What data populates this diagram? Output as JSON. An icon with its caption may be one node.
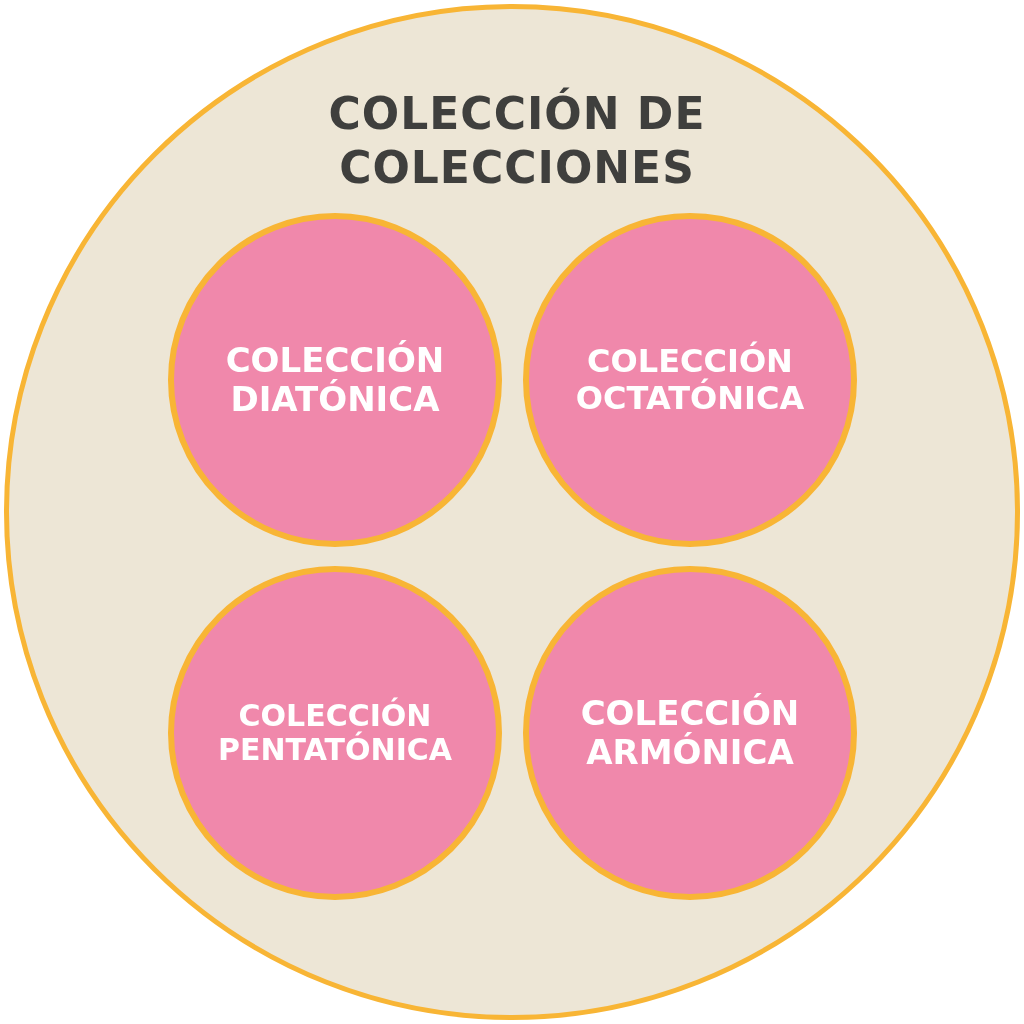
{
  "diagram": {
    "nodes": [
      {
        "text": [
          "COLECCIÓN DE COLECCIONES"
        ]
      },
      {
        "text": [
          "COLECCIÓN DIATÓNICA"
        ],
        "in": 0
      },
      {
        "text": [
          "COLECCIÓN OCTATÓNICA"
        ],
        "in": 0
      },
      {
        "text": [
          "COLECCIÓN PENTATÓNICA"
        ],
        "in": 0
      },
      {
        "text": [
          "COLECCIÓN ARMÓNICA"
        ],
        "in": 0
      }
    ]
  }
}
